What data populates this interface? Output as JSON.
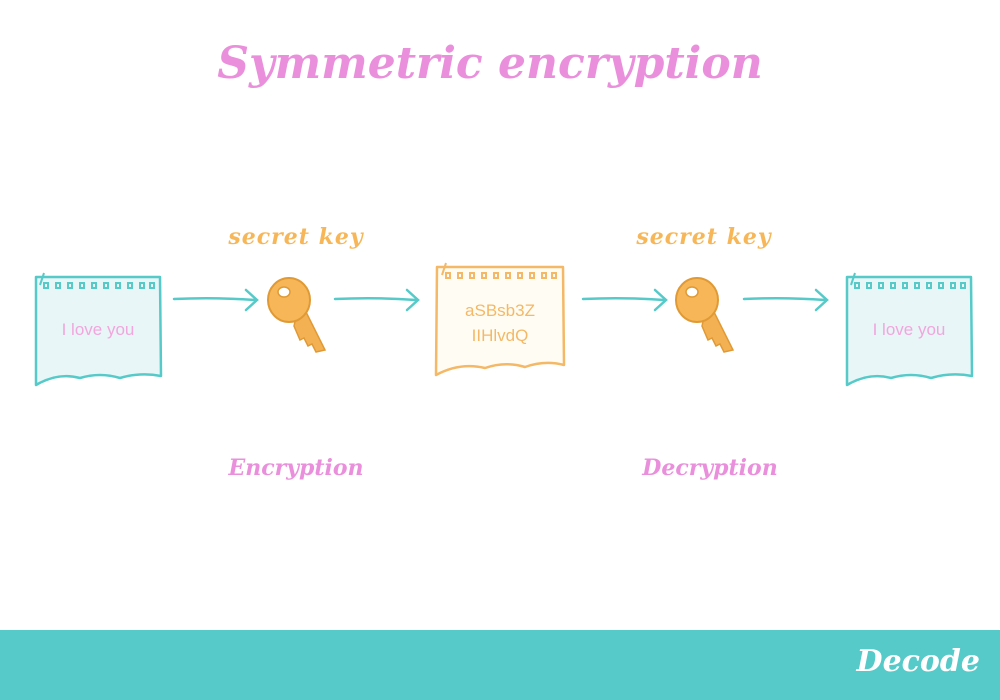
{
  "title": "Symmetric encryption",
  "steps": {
    "encryption": {
      "key_label": "secret key",
      "label": "Encryption"
    },
    "decryption": {
      "key_label": "secret key",
      "label": "Decryption"
    }
  },
  "plaintext_note": {
    "text": "I love you"
  },
  "ciphertext_note": {
    "line1": "aSBsb3Z",
    "line2": "IIHlvdQ"
  },
  "decrypted_note": {
    "text": "I love you"
  },
  "footer": {
    "brand": "Decode"
  },
  "colors": {
    "title_pink": "#ea8fdc",
    "key_orange": "#f7b758",
    "teal": "#55cac9",
    "note_fill_blue": "#e8f6f8",
    "note_fill_yellow": "#fffdf3",
    "arrow_teal": "#55cac9"
  }
}
